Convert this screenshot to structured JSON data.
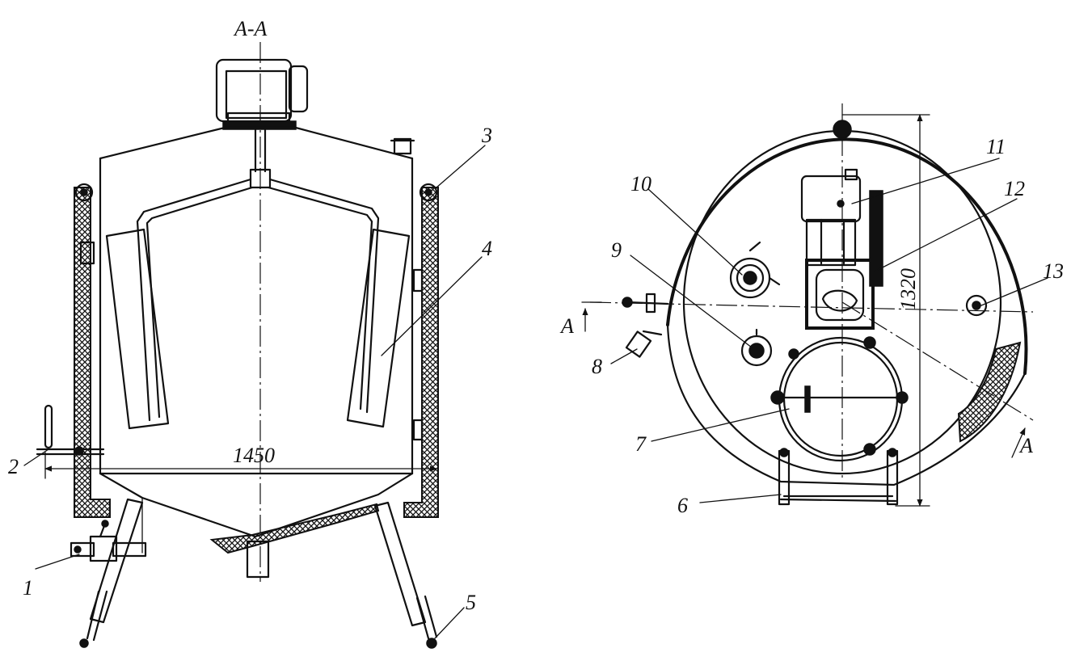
{
  "section_title": "A-A",
  "dimensions": {
    "width": "1450",
    "height": "1320"
  },
  "section_marks": {
    "left": "A",
    "right": "A"
  },
  "callouts": [
    "1",
    "2",
    "3",
    "4",
    "5",
    "6",
    "7",
    "8",
    "9",
    "10",
    "11",
    "12",
    "13"
  ]
}
